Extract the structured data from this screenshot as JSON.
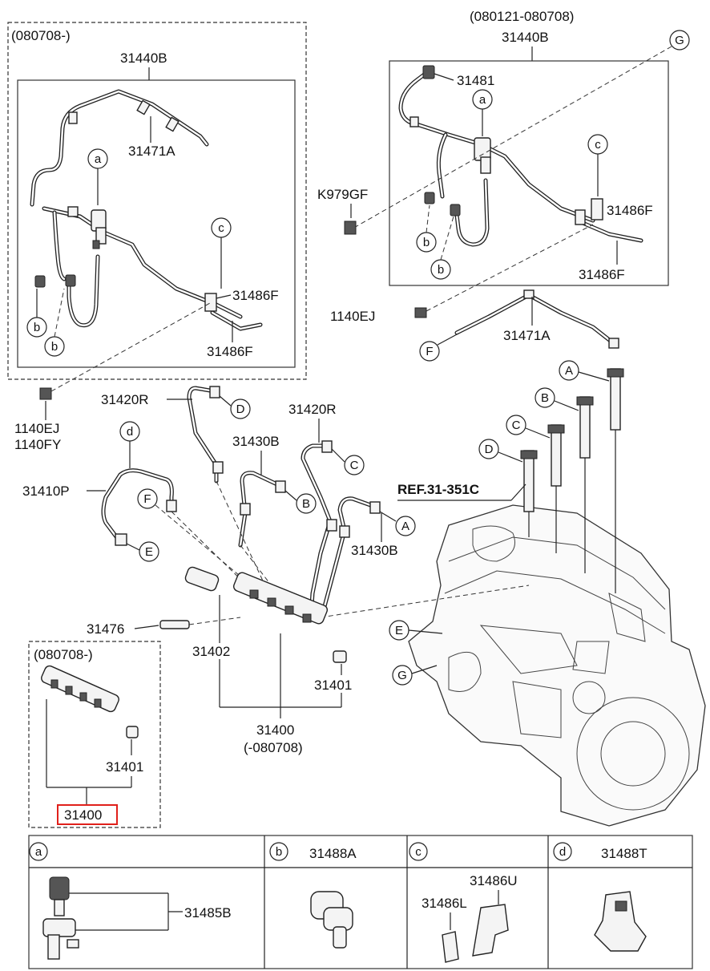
{
  "top_left_group": {
    "range": "(080708-)",
    "assembly": "31440B",
    "hose": "31471A",
    "clip_a": "31486F",
    "clip_b": "31486F",
    "circle_a": "a",
    "circle_b1": "b",
    "circle_b2": "b",
    "circle_c": "c"
  },
  "top_right_group": {
    "range": "(080121-080708)",
    "assembly": "31440B",
    "banjo": "31481",
    "clip_a": "31486F",
    "clip_b": "31486F",
    "circle_a": "a",
    "circle_b1": "b",
    "circle_b2": "b",
    "circle_c": "c",
    "circle_g": "G"
  },
  "bolts": {
    "k979gf": "K979GF",
    "left_bolt_1": "1140EJ",
    "left_bolt_2": "1140FY",
    "right_bolt": "1140EJ"
  },
  "return_hose": {
    "label": "31471A",
    "circle_f": "F"
  },
  "injectors": {
    "circle_a": "A",
    "circle_b": "B",
    "circle_c": "C",
    "circle_d": "D",
    "ref_label": "REF.31-351C"
  },
  "pipes": {
    "pipe_r_left": "31420R",
    "pipe_r_right": "31420R",
    "pipe_b_top": "31430B",
    "pipe_b_bottom": "31430B",
    "pipe_p": "31410P",
    "circle_d_upper": "D",
    "circle_c_right": "C",
    "circle_b_mid": "B",
    "circle_a_right": "A",
    "circle_d_small": "d",
    "circle_f": "F",
    "circle_e": "E"
  },
  "rail": {
    "bolt": "31476",
    "valve": "31402",
    "sensor": "31401",
    "assembly": "31400",
    "assembly_range": "(-080708)"
  },
  "engine": {
    "circle_e": "E",
    "circle_g": "G"
  },
  "inset_group": {
    "range": "(080708-)",
    "sensor": "31401",
    "assembly_highlight": "31400",
    "highlight_color": "#e0201b"
  },
  "bottom_table": {
    "cells": [
      {
        "key": "a",
        "part": ""
      },
      {
        "key": "b",
        "part": "31488A"
      },
      {
        "key": "c",
        "part": ""
      },
      {
        "key": "d",
        "part": "31488T"
      }
    ],
    "a_part": "31485B",
    "c_part_1": "31486U",
    "c_part_2": "31486L"
  }
}
